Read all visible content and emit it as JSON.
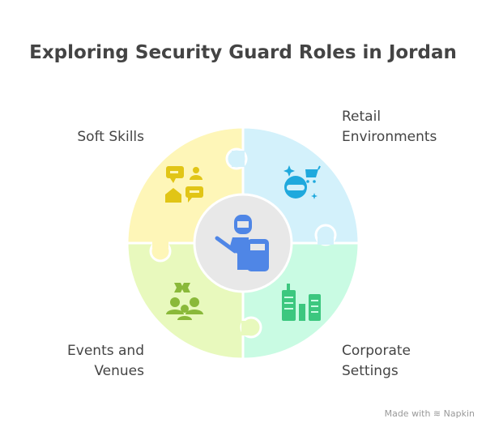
{
  "title": "Exploring Security Guard Roles in Jordan",
  "segments": [
    {
      "label_line1": "Soft Skills",
      "label_line2": "",
      "color": "#fef6b8",
      "icon_color": "#e1c516",
      "icon": "chat-people-icon"
    },
    {
      "label_line1": "Retail",
      "label_line2": "Environments",
      "color": "#d3f1fb",
      "icon_color": "#1fa9dd",
      "icon": "shopper-cart-icon"
    },
    {
      "label_line1": "Events and",
      "label_line2": "Venues",
      "color": "#e8f9bd",
      "icon_color": "#8ab93a",
      "icon": "audience-icon"
    },
    {
      "label_line1": "Corporate",
      "label_line2": "Settings",
      "color": "#c9fbe3",
      "icon_color": "#3cc77f",
      "icon": "buildings-icon"
    }
  ],
  "center": {
    "icon": "security-guard-icon",
    "color": "#e8e8e8",
    "icon_color": "#4f86e6"
  },
  "footer": {
    "made_with": "Made with",
    "brand": "Napkin"
  }
}
